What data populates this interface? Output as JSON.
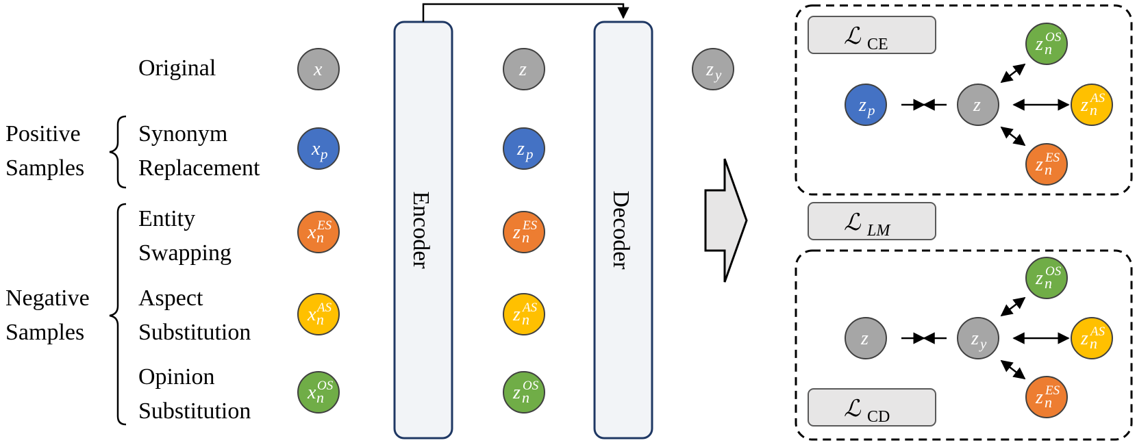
{
  "colors": {
    "gray": "#a6a6a6",
    "blue": "#4472c4",
    "orange": "#ed7d31",
    "yellow": "#ffc000",
    "green": "#70ad47",
    "node_stroke": "#404040",
    "block_fill": "#f2f4f7",
    "block_stroke": "#1f3864",
    "loss_fill": "#e7e6e6",
    "loss_stroke": "#595959",
    "arrow_fill": "#e7e6e6"
  },
  "sample_types": {
    "original": "Original",
    "synonym_1": "Synonym",
    "synonym_2": "Replacement",
    "entity_1": "Entity",
    "entity_2": "Swapping",
    "aspect_1": "Aspect",
    "aspect_2": "Substitution",
    "opinion_1": "Opinion",
    "opinion_2": "Substitution"
  },
  "groups": {
    "positive_1": "Positive",
    "positive_2": "Samples",
    "negative_1": "Negative",
    "negative_2": "Samples"
  },
  "blocks": {
    "encoder": "Encoder",
    "decoder": "Decoder"
  },
  "inputs": [
    {
      "base": "x",
      "sub": "",
      "sup": "",
      "color": "gray",
      "icon": "x-node"
    },
    {
      "base": "x",
      "sub": "p",
      "sup": "",
      "color": "blue",
      "icon": "x-p-node"
    },
    {
      "base": "x",
      "sub": "n",
      "sup": "ES",
      "color": "orange",
      "icon": "x-es-node"
    },
    {
      "base": "x",
      "sub": "n",
      "sup": "AS",
      "color": "yellow",
      "icon": "x-as-node"
    },
    {
      "base": "x",
      "sub": "n",
      "sup": "OS",
      "color": "green",
      "icon": "x-os-node"
    }
  ],
  "encodings": [
    {
      "base": "z",
      "sub": "",
      "sup": "",
      "color": "gray",
      "icon": "z-node"
    },
    {
      "base": "z",
      "sub": "p",
      "sup": "",
      "color": "blue",
      "icon": "z-p-node"
    },
    {
      "base": "z",
      "sub": "n",
      "sup": "ES",
      "color": "orange",
      "icon": "z-es-node"
    },
    {
      "base": "z",
      "sub": "n",
      "sup": "AS",
      "color": "yellow",
      "icon": "z-as-node"
    },
    {
      "base": "z",
      "sub": "n",
      "sup": "OS",
      "color": "green",
      "icon": "z-os-node"
    }
  ],
  "decoded": {
    "base": "z",
    "sub": "y",
    "sup": "",
    "color": "gray",
    "icon": "z-y-node"
  },
  "losses": {
    "ce": {
      "script": "ℒ",
      "sub": "CE"
    },
    "lm": {
      "script": "ℒ",
      "sub": "LM"
    },
    "cd": {
      "script": "ℒ",
      "sub": "CD"
    }
  },
  "ce_panel": {
    "anchor": {
      "base": "z",
      "sub": "",
      "sup": "",
      "color": "gray"
    },
    "positive": {
      "base": "z",
      "sub": "p",
      "sup": "",
      "color": "blue"
    },
    "neg_os": {
      "base": "z",
      "sub": "n",
      "sup": "OS",
      "color": "green"
    },
    "neg_as": {
      "base": "z",
      "sub": "n",
      "sup": "AS",
      "color": "yellow"
    },
    "neg_es": {
      "base": "z",
      "sub": "n",
      "sup": "ES",
      "color": "orange"
    }
  },
  "cd_panel": {
    "anchor": {
      "base": "z",
      "sub": "y",
      "sup": "",
      "color": "gray"
    },
    "positive": {
      "base": "z",
      "sub": "",
      "sup": "",
      "color": "gray"
    },
    "neg_os": {
      "base": "z",
      "sub": "n",
      "sup": "OS",
      "color": "green"
    },
    "neg_as": {
      "base": "z",
      "sub": "n",
      "sup": "AS",
      "color": "yellow"
    },
    "neg_es": {
      "base": "z",
      "sub": "n",
      "sup": "ES",
      "color": "orange"
    }
  }
}
